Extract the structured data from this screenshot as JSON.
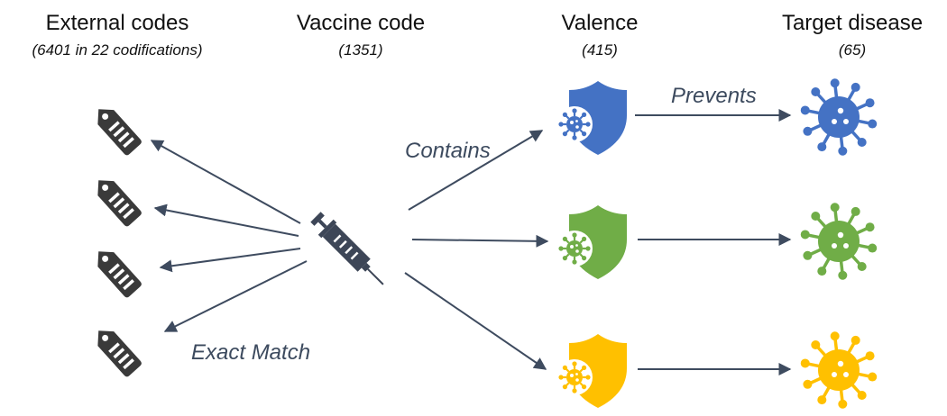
{
  "columns": {
    "external": {
      "title": "External codes",
      "count": "(6401 in 22 codifications)"
    },
    "vaccine": {
      "title": "Vaccine code",
      "count": "(1351)"
    },
    "valence": {
      "title": "Valence",
      "count": "(415)"
    },
    "disease": {
      "title": "Target disease",
      "count": "(65)"
    }
  },
  "edges": {
    "contains": "Contains",
    "prevents": "Prevents",
    "exact_match": "Exact Match"
  },
  "colors": {
    "tag": "#3a3a3a",
    "syringe": "#3d4657",
    "arrow": "#3e4b5f",
    "blue": "#4472c4",
    "green": "#70ad47",
    "yellow": "#ffc000"
  },
  "icons": {
    "tag": "tag-icon",
    "syringe": "syringe-icon",
    "shield": "shield-virus-icon",
    "virus": "virus-icon"
  }
}
